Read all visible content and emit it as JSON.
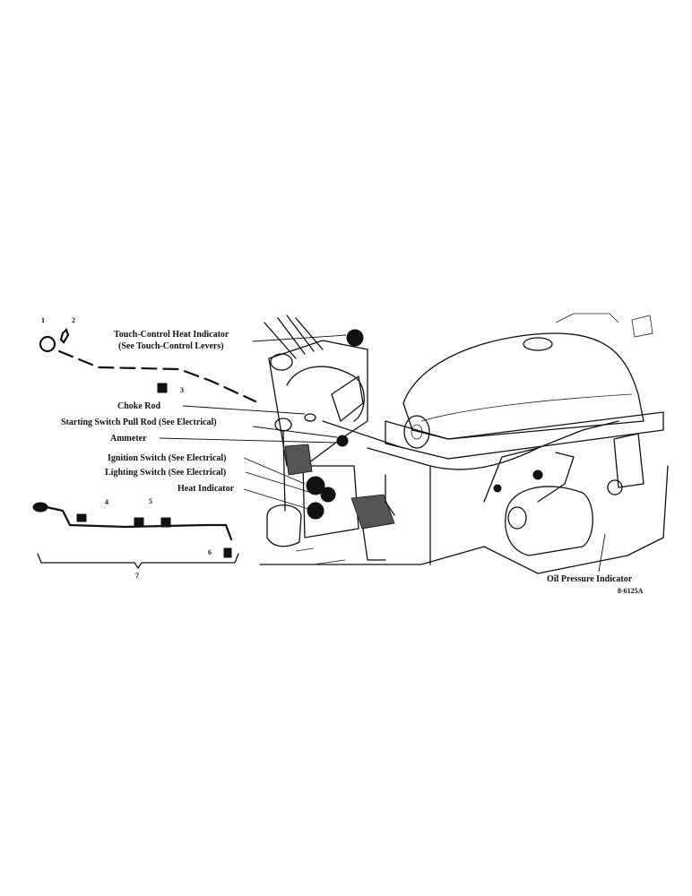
{
  "labels": {
    "touch_control_line1": "Touch-Control Heat Indicator",
    "touch_control_line2": "(See Touch-Control Levers)",
    "choke_rod": "Choke Rod",
    "starting_switch": "Starting Switch Pull Rod (See Electrical)",
    "ammeter": "Ammeter",
    "ignition_switch": "Ignition Switch (See Electrical)",
    "lighting_switch": "Lighting Switch (See Electrical)",
    "heat_indicator": "Heat Indicator",
    "oil_pressure": "Oil Pressure Indicator",
    "figure_code": "8-6125A"
  },
  "part_numbers": {
    "n1": "1",
    "n2": "2",
    "n3": "3",
    "n4": "4",
    "n5": "5",
    "n6": "6",
    "n7": "7"
  }
}
